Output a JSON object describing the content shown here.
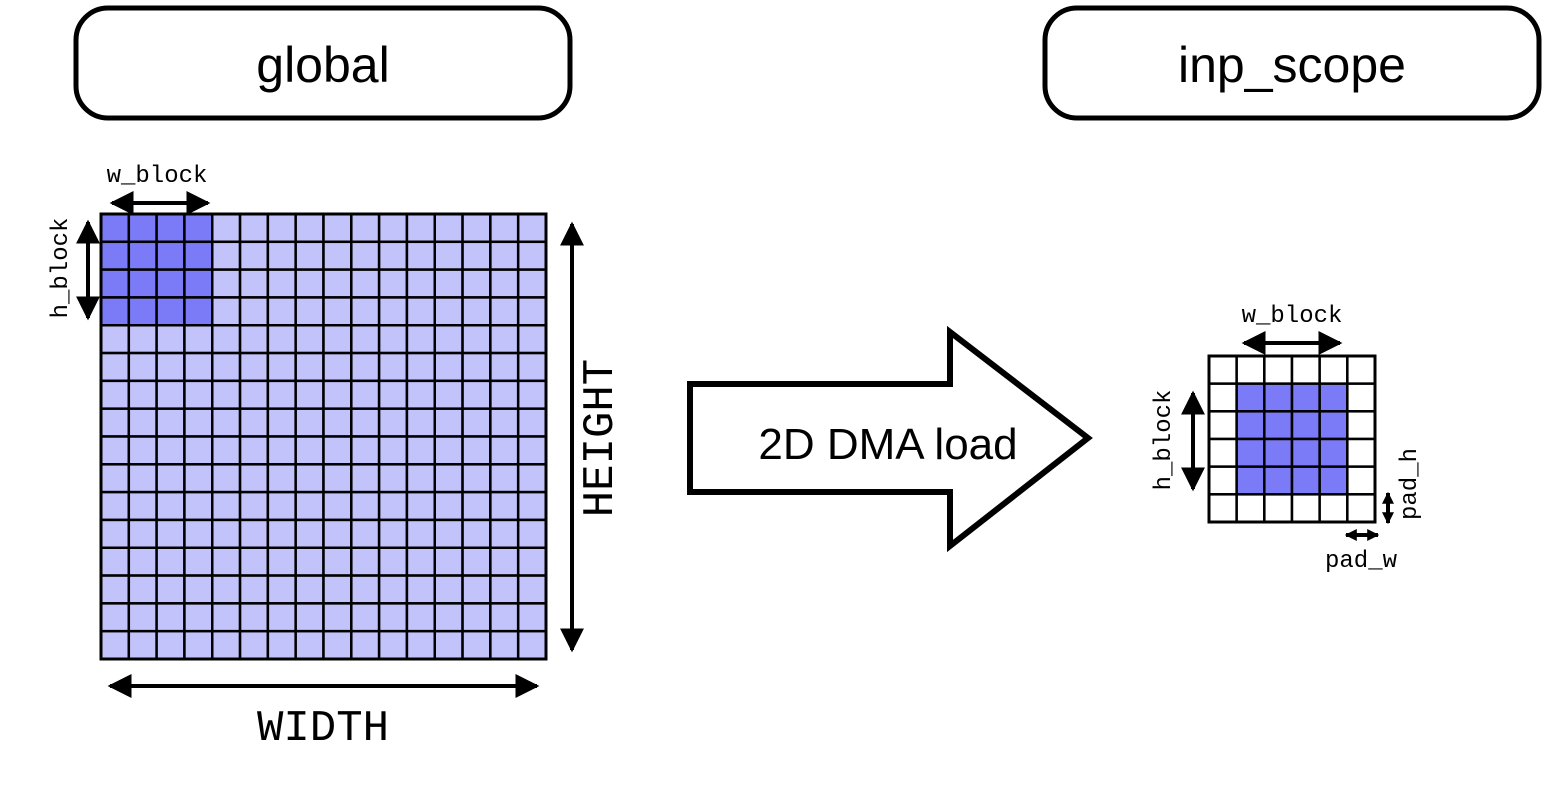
{
  "source": {
    "title": "global",
    "cols": 16,
    "rows": 16,
    "block_cols": 4,
    "block_rows": 4,
    "width_label": "WIDTH",
    "height_label": "HEIGHT",
    "w_block_label": "w_block",
    "h_block_label": "h_block"
  },
  "operation": {
    "label": "2D DMA load"
  },
  "destination": {
    "title": "inp_scope",
    "cols": 6,
    "rows": 6,
    "pad_cols": 1,
    "pad_rows": 1,
    "w_block_label": "w_block",
    "h_block_label": "h_block",
    "pad_w_label": "pad_w",
    "pad_h_label": "pad_h"
  },
  "colors": {
    "block_fill": "#7b7bf7",
    "grid_fill": "#c3c3fb",
    "pad_fill": "#ffffff",
    "stroke": "#000000"
  }
}
